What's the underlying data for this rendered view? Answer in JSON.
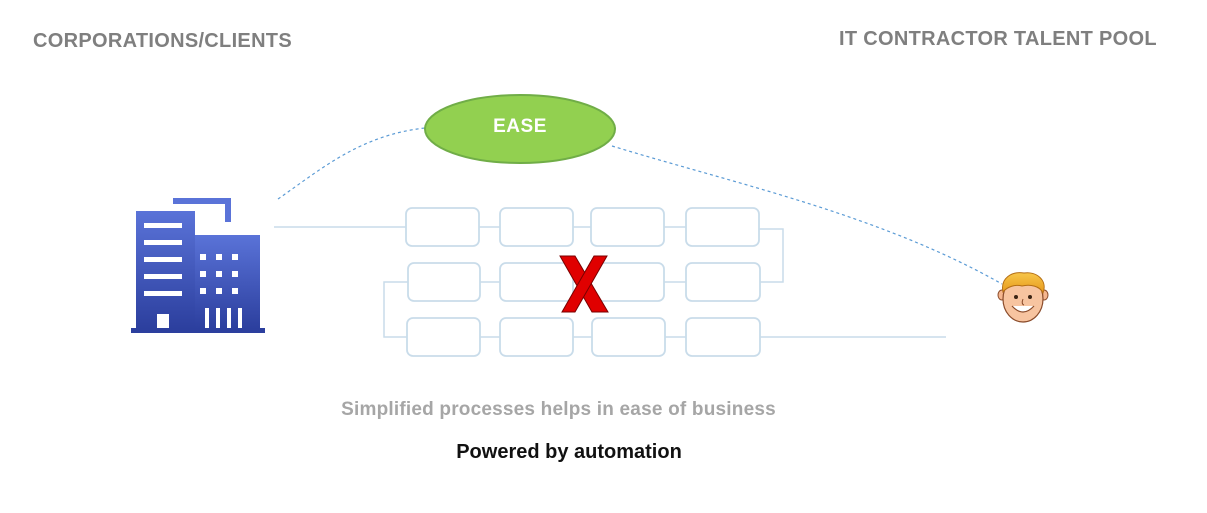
{
  "left_heading": "CORPORATIONS/CLIENTS",
  "right_heading": "IT CONTRACTOR TALENT POOL",
  "ease_label": "EASE",
  "caption_main": "Simplified processes helps in ease of business",
  "caption_sub": "Powered by automation",
  "icons": {
    "left": "office-building-icon",
    "right": "smiling-person-face-icon",
    "center": "red-x-cross-icon"
  },
  "colors": {
    "ease_fill": "#92d050",
    "ease_stroke": "#70ad47",
    "building": "#3a4fb0",
    "process_box": "#c9dcea",
    "dashed_curve": "#5b9bd5",
    "cross": "#e00000",
    "heading": "#7f7f7f"
  }
}
